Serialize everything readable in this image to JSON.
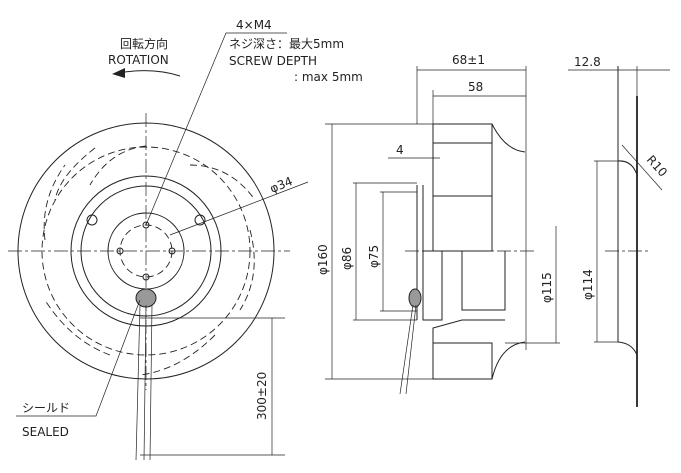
{
  "rotation": {
    "label_jp": "回転方向",
    "label_en": "ROTATION"
  },
  "screw": {
    "spec": "4×M4",
    "depth_jp": "ネジ深さ：最大5mm",
    "depth_en": "SCREW DEPTH",
    "depth_max": ": max 5mm"
  },
  "seal": {
    "label_jp": "シールド",
    "label_en": "SEALED"
  },
  "dimensions": {
    "hub_dia": "φ34",
    "cable_len": "300±20",
    "outer_dia": "φ160",
    "dia86": "φ86",
    "dia75": "φ75",
    "plate_thk": "4",
    "width_total": "68±1",
    "width_body": "58",
    "inlet_dia": "φ115",
    "ring_depth": "12.8",
    "ring_dia": "φ114",
    "radius": "R10"
  }
}
